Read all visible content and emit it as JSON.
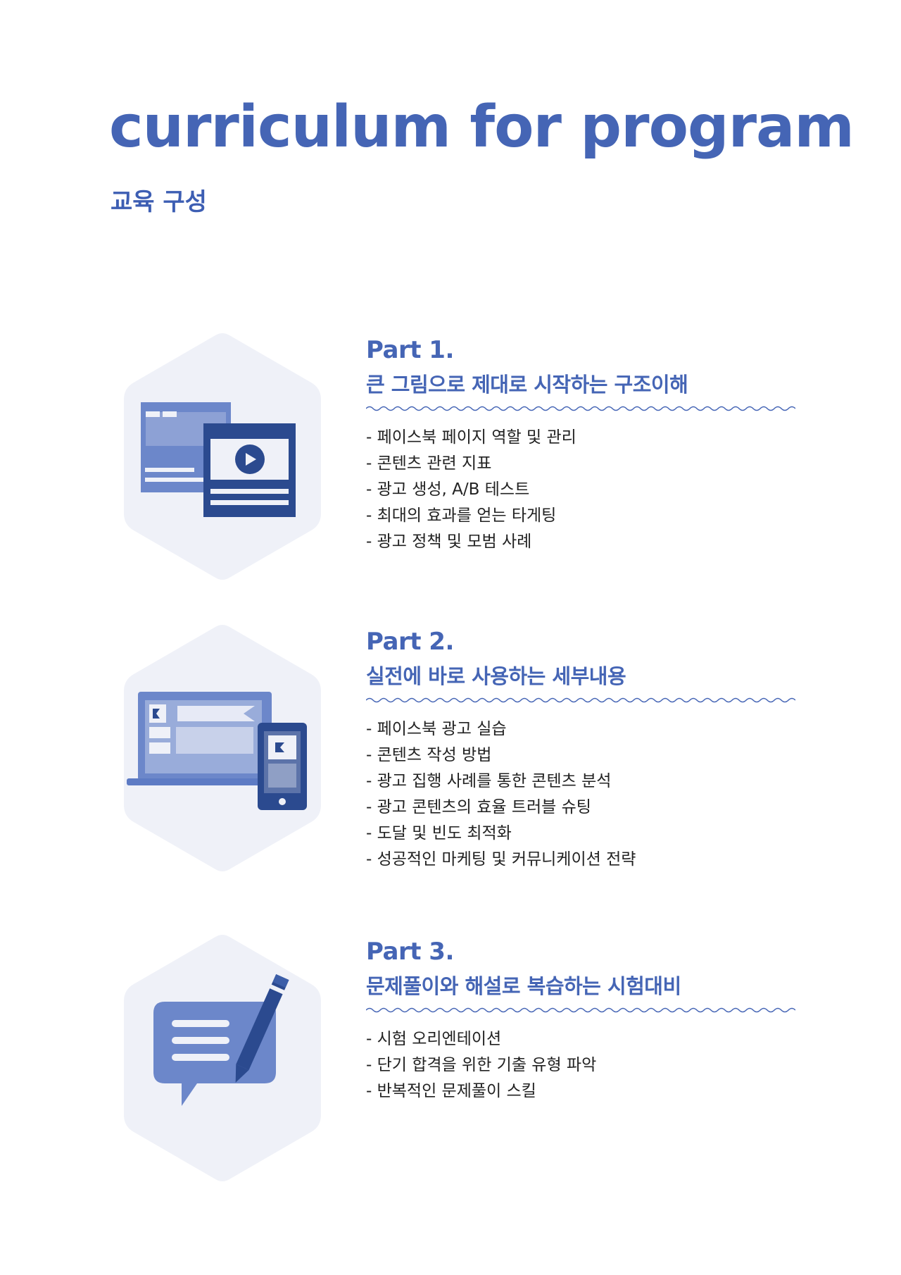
{
  "header": {
    "title": "curriculum for program",
    "subtitle": "교육 구성"
  },
  "colors": {
    "brand_blue": "#4565b5",
    "dark_navy": "#2b4a8f",
    "hex_fill": "#eff1f8"
  },
  "sections": [
    {
      "part": "Part 1.",
      "heading": "큰 그림으로 제대로 시작하는 구조이해",
      "icon": "video-window-icon",
      "items": [
        "- 페이스북 페이지 역할 및 관리",
        "- 콘텐츠 관련 지표",
        "- 광고 생성, A/B 테스트",
        "- 최대의 효과를 얻는 타게팅",
        "- 광고 정책 및 모범 사례"
      ]
    },
    {
      "part": "Part 2.",
      "heading": "실전에 바로 사용하는 세부내용",
      "icon": "laptop-phone-icon",
      "items": [
        "- 페이스북 광고 실습",
        "- 콘텐츠 작성 방법",
        "- 광고 집행 사례를 통한 콘텐츠 분석",
        "- 광고 콘텐츠의 효율 트러블 슈팅",
        "- 도달 및 빈도 최적화",
        "- 성공적인 마케팅 및 커뮤니케이션 전략"
      ]
    },
    {
      "part": "Part 3.",
      "heading": "문제풀이와 해설로 복습하는 시험대비",
      "icon": "chat-pencil-icon",
      "items": [
        "- 시험 오리엔테이션",
        "- 단기 합격을 위한 기출 유형 파악",
        "- 반복적인 문제풀이 스킬"
      ]
    }
  ]
}
